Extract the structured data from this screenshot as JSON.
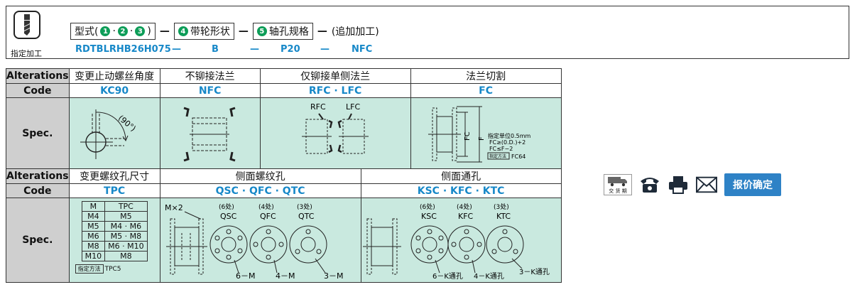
{
  "header": {
    "icon_name": "drill-bit-icon",
    "icon_caption": "指定加工",
    "formula": {
      "model_label": "型式(",
      "model_nums": [
        "1",
        "2",
        "3"
      ],
      "model_close": ")",
      "dash": "—",
      "item4_num": "4",
      "item4_label": "带轮形状",
      "item5_num": "5",
      "item5_label": "轴孔规格",
      "extra": "(追加加工)"
    },
    "example": {
      "model": "RDTBLRHB26H075",
      "dash": "—",
      "shape": "B",
      "bore": "P20",
      "process": "NFC"
    }
  },
  "table": {
    "labels": {
      "alterations": "Alterations",
      "code": "Code",
      "spec": "Spec."
    },
    "row1": {
      "headers": [
        "变更止动螺丝角度",
        "不铆接法兰",
        "仅铆接单侧法兰",
        "法兰切割"
      ],
      "codes": [
        "KC90",
        "NFC",
        "RFC · LFC",
        "FC"
      ],
      "kc90_angle": "(90°)",
      "rfc_label": "RFC",
      "lfc_label": "LFC",
      "fc_labels": [
        "FC",
        "F"
      ],
      "fc_notes": [
        "指定单位0.5mm",
        "FC≥(0.D.)+2",
        "FC≤F−2"
      ],
      "fc_method": "指定方法",
      "fc_method_code": "FC64"
    },
    "row2": {
      "headers": [
        "变更螺纹孔尺寸",
        "侧面螺纹孔",
        "侧面通孔"
      ],
      "codes": [
        "TPC",
        "QSC · QFC · QTC",
        "KSC · KFC · KTC"
      ],
      "tpc_table": {
        "header": [
          "M",
          "TPC"
        ],
        "rows": [
          [
            "M4",
            "M5"
          ],
          [
            "M5",
            "M4 · M6"
          ],
          [
            "M6",
            "M5 · M8"
          ],
          [
            "M8",
            "M6 · M10"
          ],
          [
            "M10",
            "M8"
          ]
        ]
      },
      "tpc_method": "指定方法",
      "tpc_method_code": "TPC5",
      "side_tap": {
        "mx2": "M×2",
        "counts": [
          "(6处)",
          "(4处)",
          "(3处)"
        ],
        "codes": [
          "QSC",
          "QFC",
          "QTC"
        ],
        "bottom": [
          "6－M",
          "4－M",
          "3－M"
        ]
      },
      "side_through": {
        "counts": [
          "(6处)",
          "(4处)",
          "(3处)"
        ],
        "codes": [
          "KSC",
          "KFC",
          "KTC"
        ],
        "bottom": [
          "6－K通孔",
          "4－K通孔",
          "3－K通孔"
        ]
      }
    }
  },
  "side_panel": {
    "truck_caption": "交 货 期",
    "quote_label": "报价确定"
  }
}
